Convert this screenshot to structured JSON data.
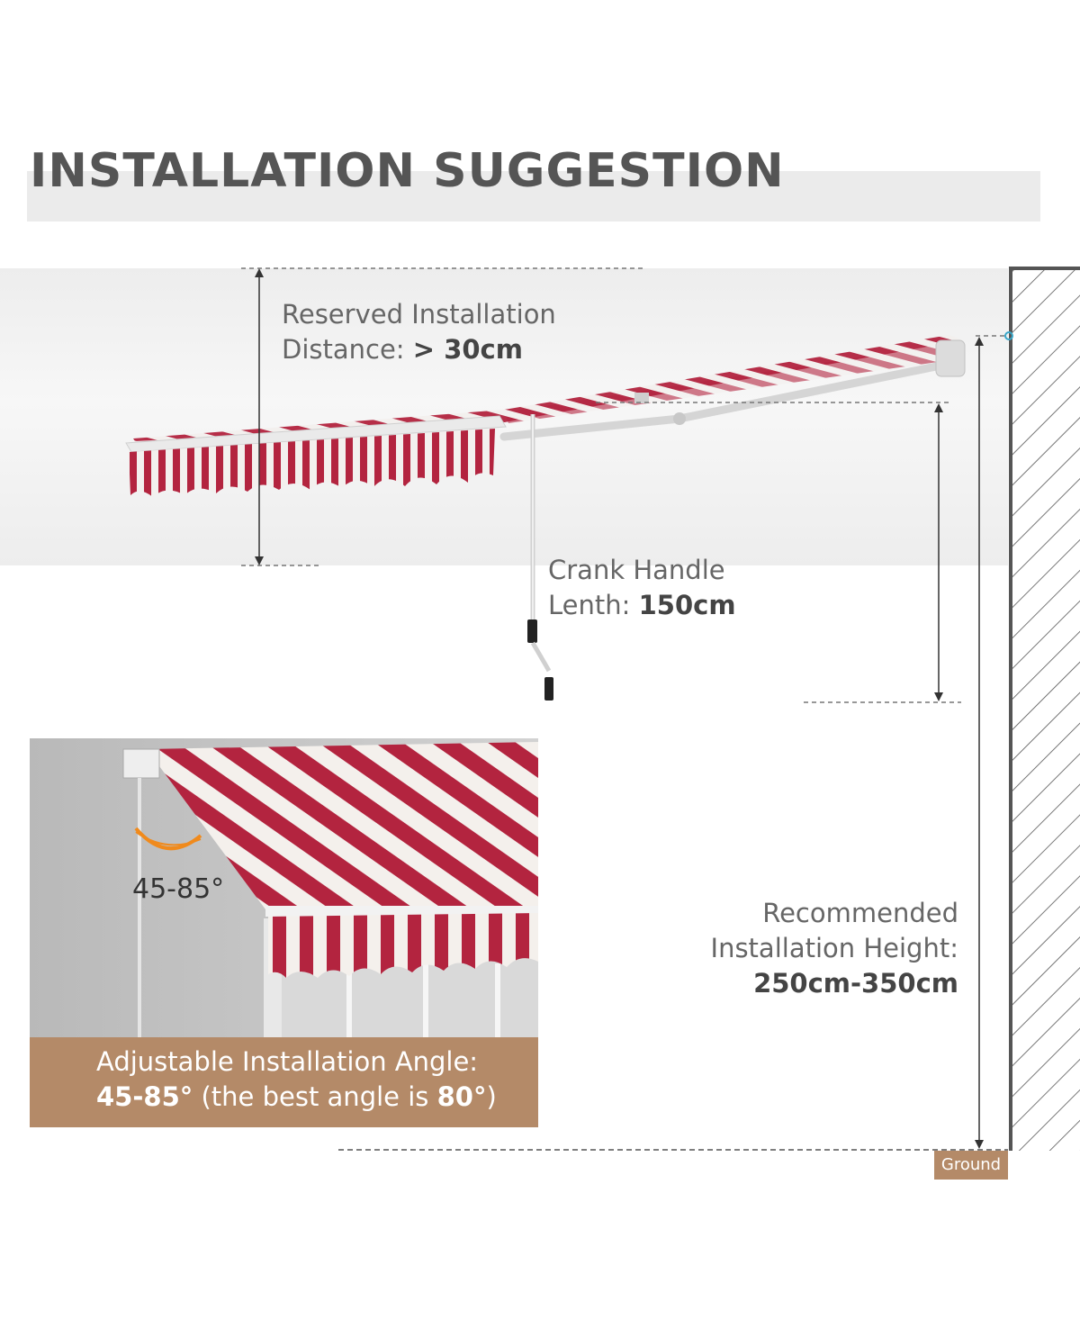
{
  "title": "INSTALLATION SUGGESTION",
  "reserved": {
    "line1": "Reserved Installation",
    "line2_prefix": "Distance: ",
    "line2_value": "> 30cm"
  },
  "crank": {
    "line1": "Crank Handle",
    "line2_prefix": "Lenth: ",
    "line2_value": "150cm"
  },
  "height": {
    "line1": "Recommended",
    "line2": "Installation Height:",
    "value": "250cm-350cm"
  },
  "ground": "Ground",
  "angle_badge": "45-85°",
  "angle_caption": {
    "line1": "Adjustable Installation Angle:",
    "range": "45-85°",
    "middle": " (the best angle is ",
    "best": "80°",
    "end": ")"
  },
  "colors": {
    "stripe_red": "#b3243f",
    "caption_bg": "#b48a68",
    "title_bar": "#ebebeb",
    "wall": "#555555"
  }
}
